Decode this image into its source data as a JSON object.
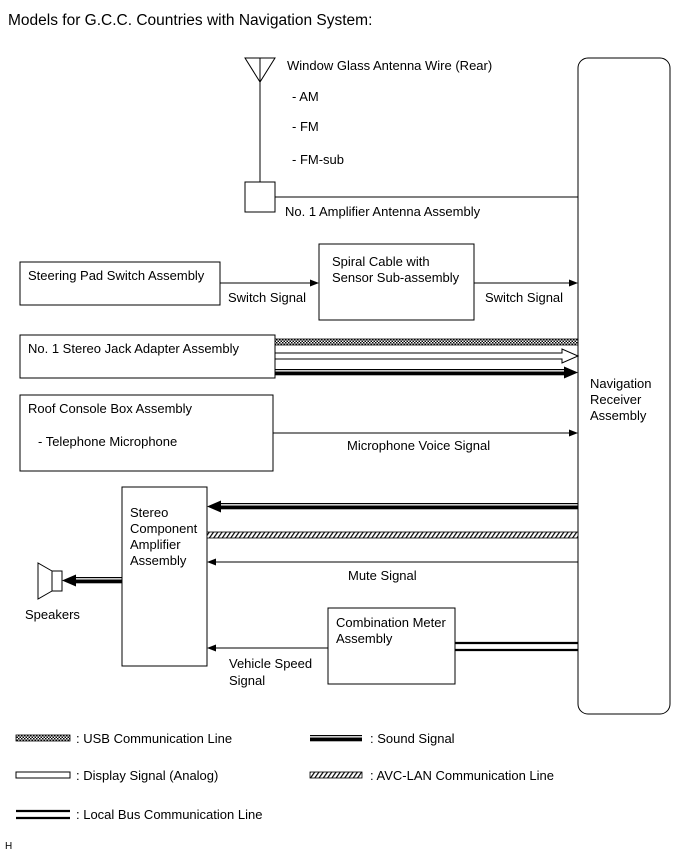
{
  "title": "Models for G.C.C. Countries with Navigation System:",
  "colors": {
    "line": "#000000",
    "background": "#ffffff"
  },
  "antenna": {
    "icon": "antenna-icon",
    "label": "Window Glass Antenna Wire (Rear)",
    "bands": [
      "- AM",
      "- FM",
      "- FM-sub"
    ]
  },
  "amplifier_antenna": {
    "label": "No. 1 Amplifier Antenna Assembly"
  },
  "steering_pad": {
    "label": "Steering Pad Switch Assembly",
    "signal": "Switch Signal"
  },
  "spiral_cable": {
    "lines": [
      "Spiral Cable with",
      "Sensor Sub-assembly"
    ],
    "signal": "Switch Signal"
  },
  "stereo_jack": {
    "label": "No. 1 Stereo Jack Adapter Assembly"
  },
  "roof_console": {
    "label": "Roof Console Box Assembly",
    "item": "- Telephone Microphone",
    "signal": "Microphone Voice Signal"
  },
  "navigation_receiver": {
    "lines": [
      "Navigation",
      "Receiver",
      "Assembly"
    ]
  },
  "stereo_amplifier": {
    "lines": [
      "Stereo",
      "Component",
      "Amplifier",
      "Assembly"
    ],
    "mute_signal": "Mute Signal"
  },
  "speakers": {
    "icon": "speaker-icon",
    "label": "Speakers"
  },
  "combination_meter": {
    "lines": [
      "Combination Meter",
      "Assembly"
    ],
    "signal": [
      "Vehicle Speed",
      "Signal"
    ]
  },
  "legend": [
    {
      "swatch_icon": "usb-line-icon",
      "label": ": USB Communication Line"
    },
    {
      "swatch_icon": "sound-line-icon",
      "label": ": Sound Signal"
    },
    {
      "swatch_icon": "display-analog-line-icon",
      "label": ": Display Signal (Analog)"
    },
    {
      "swatch_icon": "avc-lan-line-icon",
      "label": ": AVC-LAN Communication Line"
    },
    {
      "swatch_icon": "local-bus-line-icon",
      "label": ": Local Bus Communication Line"
    }
  ],
  "footer_code": "H"
}
